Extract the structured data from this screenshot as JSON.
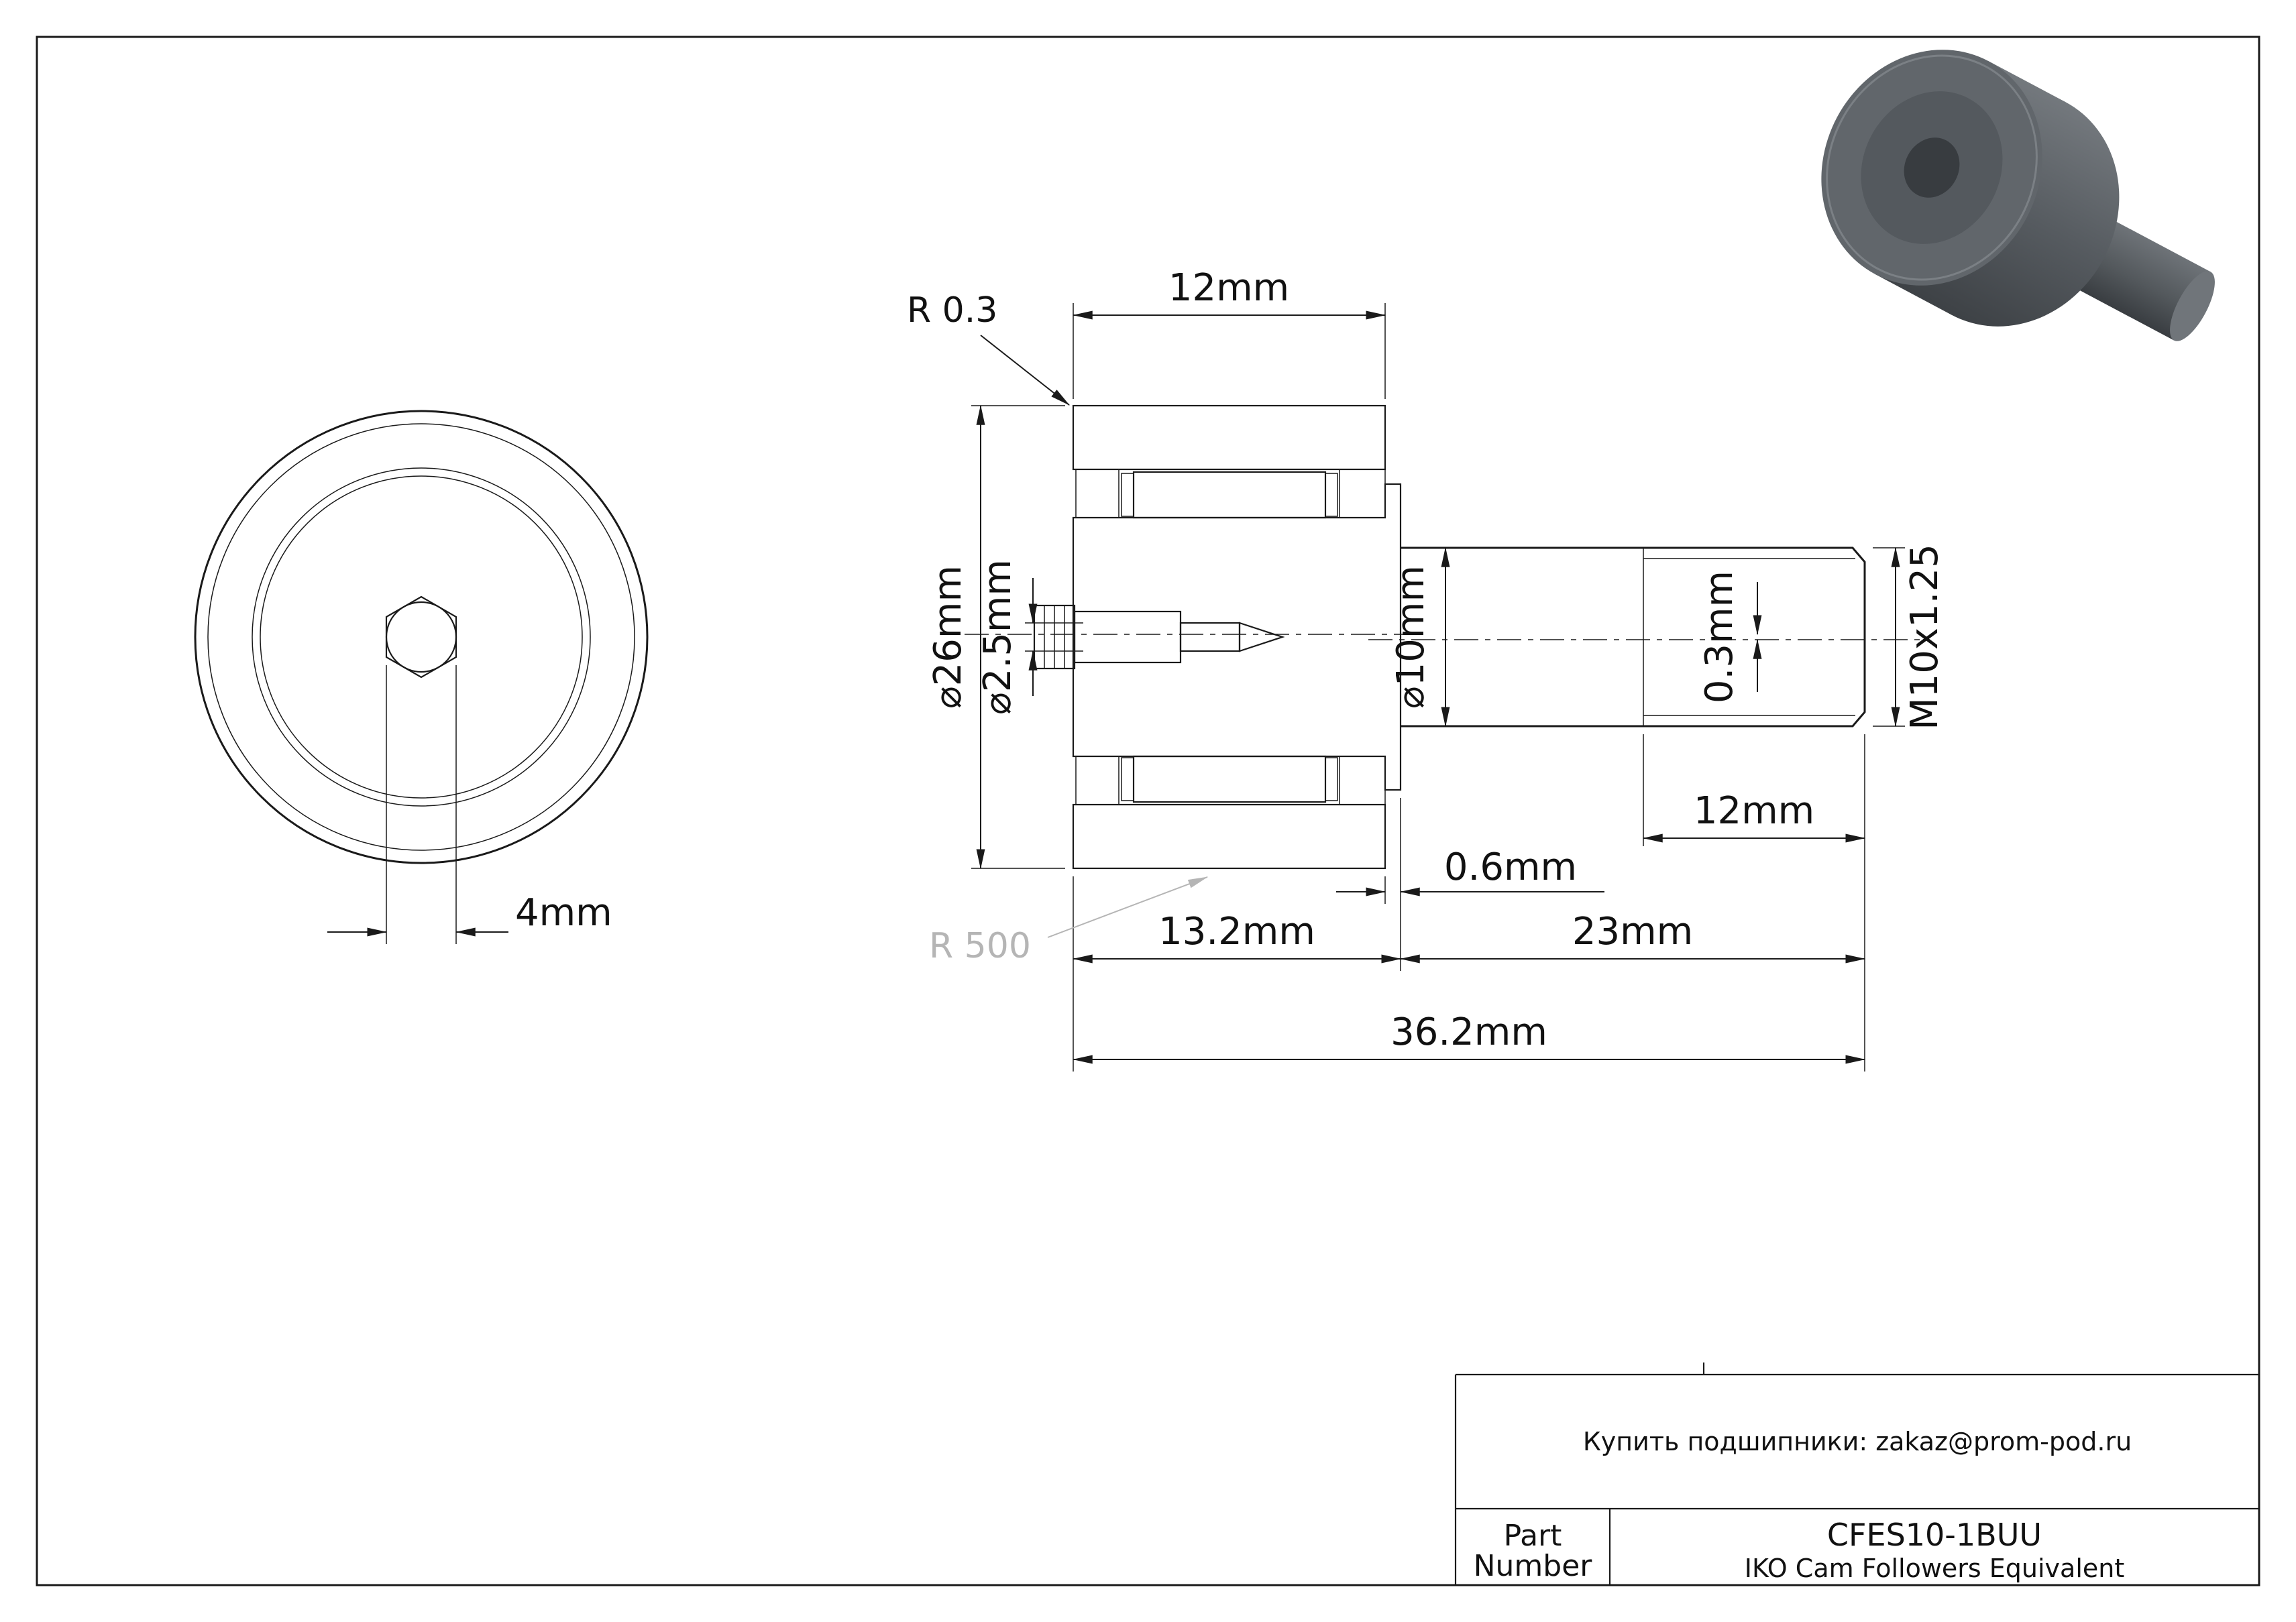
{
  "colors": {
    "line": "#1a1a1a",
    "note_gray": "#b5b5b5",
    "render_body": "#565b60",
    "background": "#ffffff"
  },
  "front_view": {
    "dim_hex_socket": "4mm"
  },
  "section_view": {
    "dim_roller_width": "12mm",
    "corner_radius": "R 0.3",
    "dim_outer_diameter": "⌀26mm",
    "dim_grease_hole": "⌀2.5mm",
    "dim_stud_diameter": "⌀10mm",
    "dim_eccentricity": "0.3mm",
    "thread_spec": "M10x1.25",
    "dim_thread_length": "12mm",
    "dim_step": "0.6mm",
    "dim_head_length": "13.2mm",
    "dim_stud_length": "23mm",
    "dim_total_length": "36.2mm",
    "crown_radius": "R 500"
  },
  "title_block": {
    "contact": "Купить подшипники: zakaz@prom-pod.ru",
    "part_label_line1": "Part",
    "part_label_line2": "Number",
    "part_number": "CFES10-1BUU",
    "equivalent_note": "IKO Cam Followers Equivalent"
  }
}
